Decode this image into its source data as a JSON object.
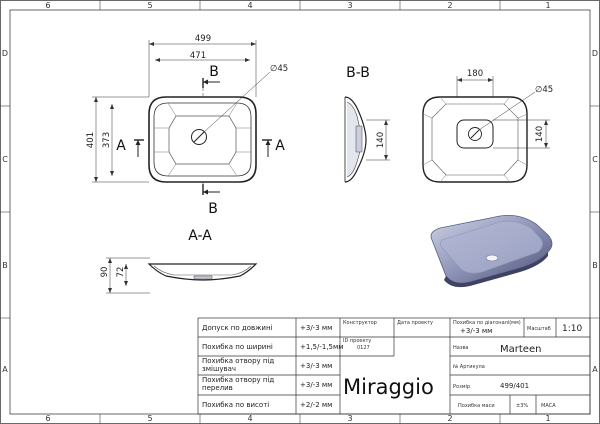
{
  "grid": {
    "top": [
      "6",
      "5",
      "4",
      "3",
      "2",
      "1"
    ],
    "bottom": [
      "6",
      "5",
      "4",
      "3",
      "2",
      "1"
    ],
    "left": [
      "D",
      "C",
      "B",
      "A"
    ],
    "right": [
      "D",
      "C",
      "B",
      "A"
    ]
  },
  "top_view": {
    "dim_overall_width": "499",
    "dim_inner_width": "471",
    "dim_overall_depth": "401",
    "dim_inner_depth": "373",
    "drain_dia": "∅45",
    "cut_label_top": "B",
    "cut_label_bottom": "B",
    "cut_label_left": "A",
    "cut_label_right": "A"
  },
  "section_bb": {
    "title": "B-B",
    "dim_height": "140"
  },
  "section_aa": {
    "title": "A-A",
    "dim_total": "90",
    "dim_inner": "72"
  },
  "bottom_view": {
    "dim_width": "180",
    "dim_height": "140",
    "drain_dia": "∅45"
  },
  "tolerances": [
    {
      "label": "Допуск по довжині",
      "value": "+3/-3 мм"
    },
    {
      "label": "Похибка по ширині",
      "value": "+1,5/-1,5мм"
    },
    {
      "label": "Похибка отвору під змішувач",
      "value": "+3/-3 мм"
    },
    {
      "label": "Похибка отвору під перелив",
      "value": "+3/-3 мм"
    },
    {
      "label": "Похибка по висоті",
      "value": "+2/-2 мм"
    }
  ],
  "title_block": {
    "constructor_label": "Конструктор",
    "date_label": "Дата проекту",
    "project_id_label": "ID проекту",
    "project_id_value": "0127",
    "diag_error_label": "Похибка по діагоналі(мм)",
    "diag_error_value": "+3/-3 мм",
    "scale_label": "Масштаб",
    "scale_value": "1:10",
    "name_label": "Назва",
    "name_value": "Marteen",
    "article_label": "№ Артикула",
    "size_label": "Розмір",
    "size_value": "499/401",
    "mass_error_label": "Похибка маси",
    "mass_error_value": "±3%",
    "mass_label": "МАСА",
    "brand": "Miraggio"
  }
}
